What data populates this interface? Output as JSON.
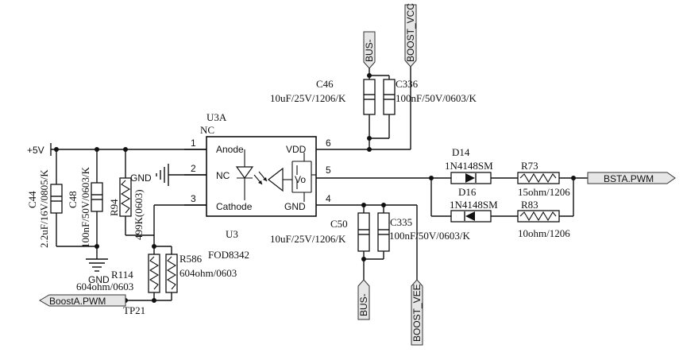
{
  "nets": {
    "p5v": "+5V",
    "gnd": "GND",
    "gnd2": "GND",
    "bus_top": "BUS-",
    "bus_bottom": "BUS-",
    "boost_vcc": "BOOST_VCC",
    "boost_vee": "BOOST_VEE",
    "bsta_pwm": "BSTA.PWM",
    "boosta_pwm": "BoostA.PWM",
    "tp": "TP21"
  },
  "ic": {
    "ref": "U3A",
    "ref2": "U3",
    "nc_top": "NC",
    "part": "FOD8342",
    "pins": {
      "anode": "Anode",
      "nc": "NC",
      "cathode": "Cathode",
      "vdd": "VDD",
      "vo": "Vo",
      "gnd": "GND",
      "p1": "1",
      "p2": "2",
      "p3": "3",
      "p4": "4",
      "p5": "5",
      "p6": "6"
    }
  },
  "components": {
    "c46": {
      "ref": "C46",
      "value": "10uF/25V/1206/K"
    },
    "c336": {
      "ref": "C336",
      "value": "100nF/50V/0603/K"
    },
    "c50": {
      "ref": "C50",
      "value": "10uF/25V/1206/K"
    },
    "c335": {
      "ref": "C335",
      "value": "100nF/50V/0603/K"
    },
    "c44": {
      "ref": "C44",
      "value": "2.2uF/16V/0805/K"
    },
    "c48": {
      "ref": "C48",
      "value": "100nF/50V/0603/K"
    },
    "r94": {
      "ref": "R94",
      "value": "499K(0603)"
    },
    "r114": {
      "ref": "R114",
      "value": "604ohm/0603"
    },
    "r586": {
      "ref": "R586",
      "value": "604ohm/0603"
    },
    "d14": {
      "ref": "D14",
      "value": "1N4148SM"
    },
    "d16": {
      "ref": "D16",
      "value": "1N4148SM"
    },
    "r73": {
      "ref": "R73",
      "value": "15ohm/1206"
    },
    "r83": {
      "ref": "R83",
      "value": "10ohm/1206"
    }
  }
}
